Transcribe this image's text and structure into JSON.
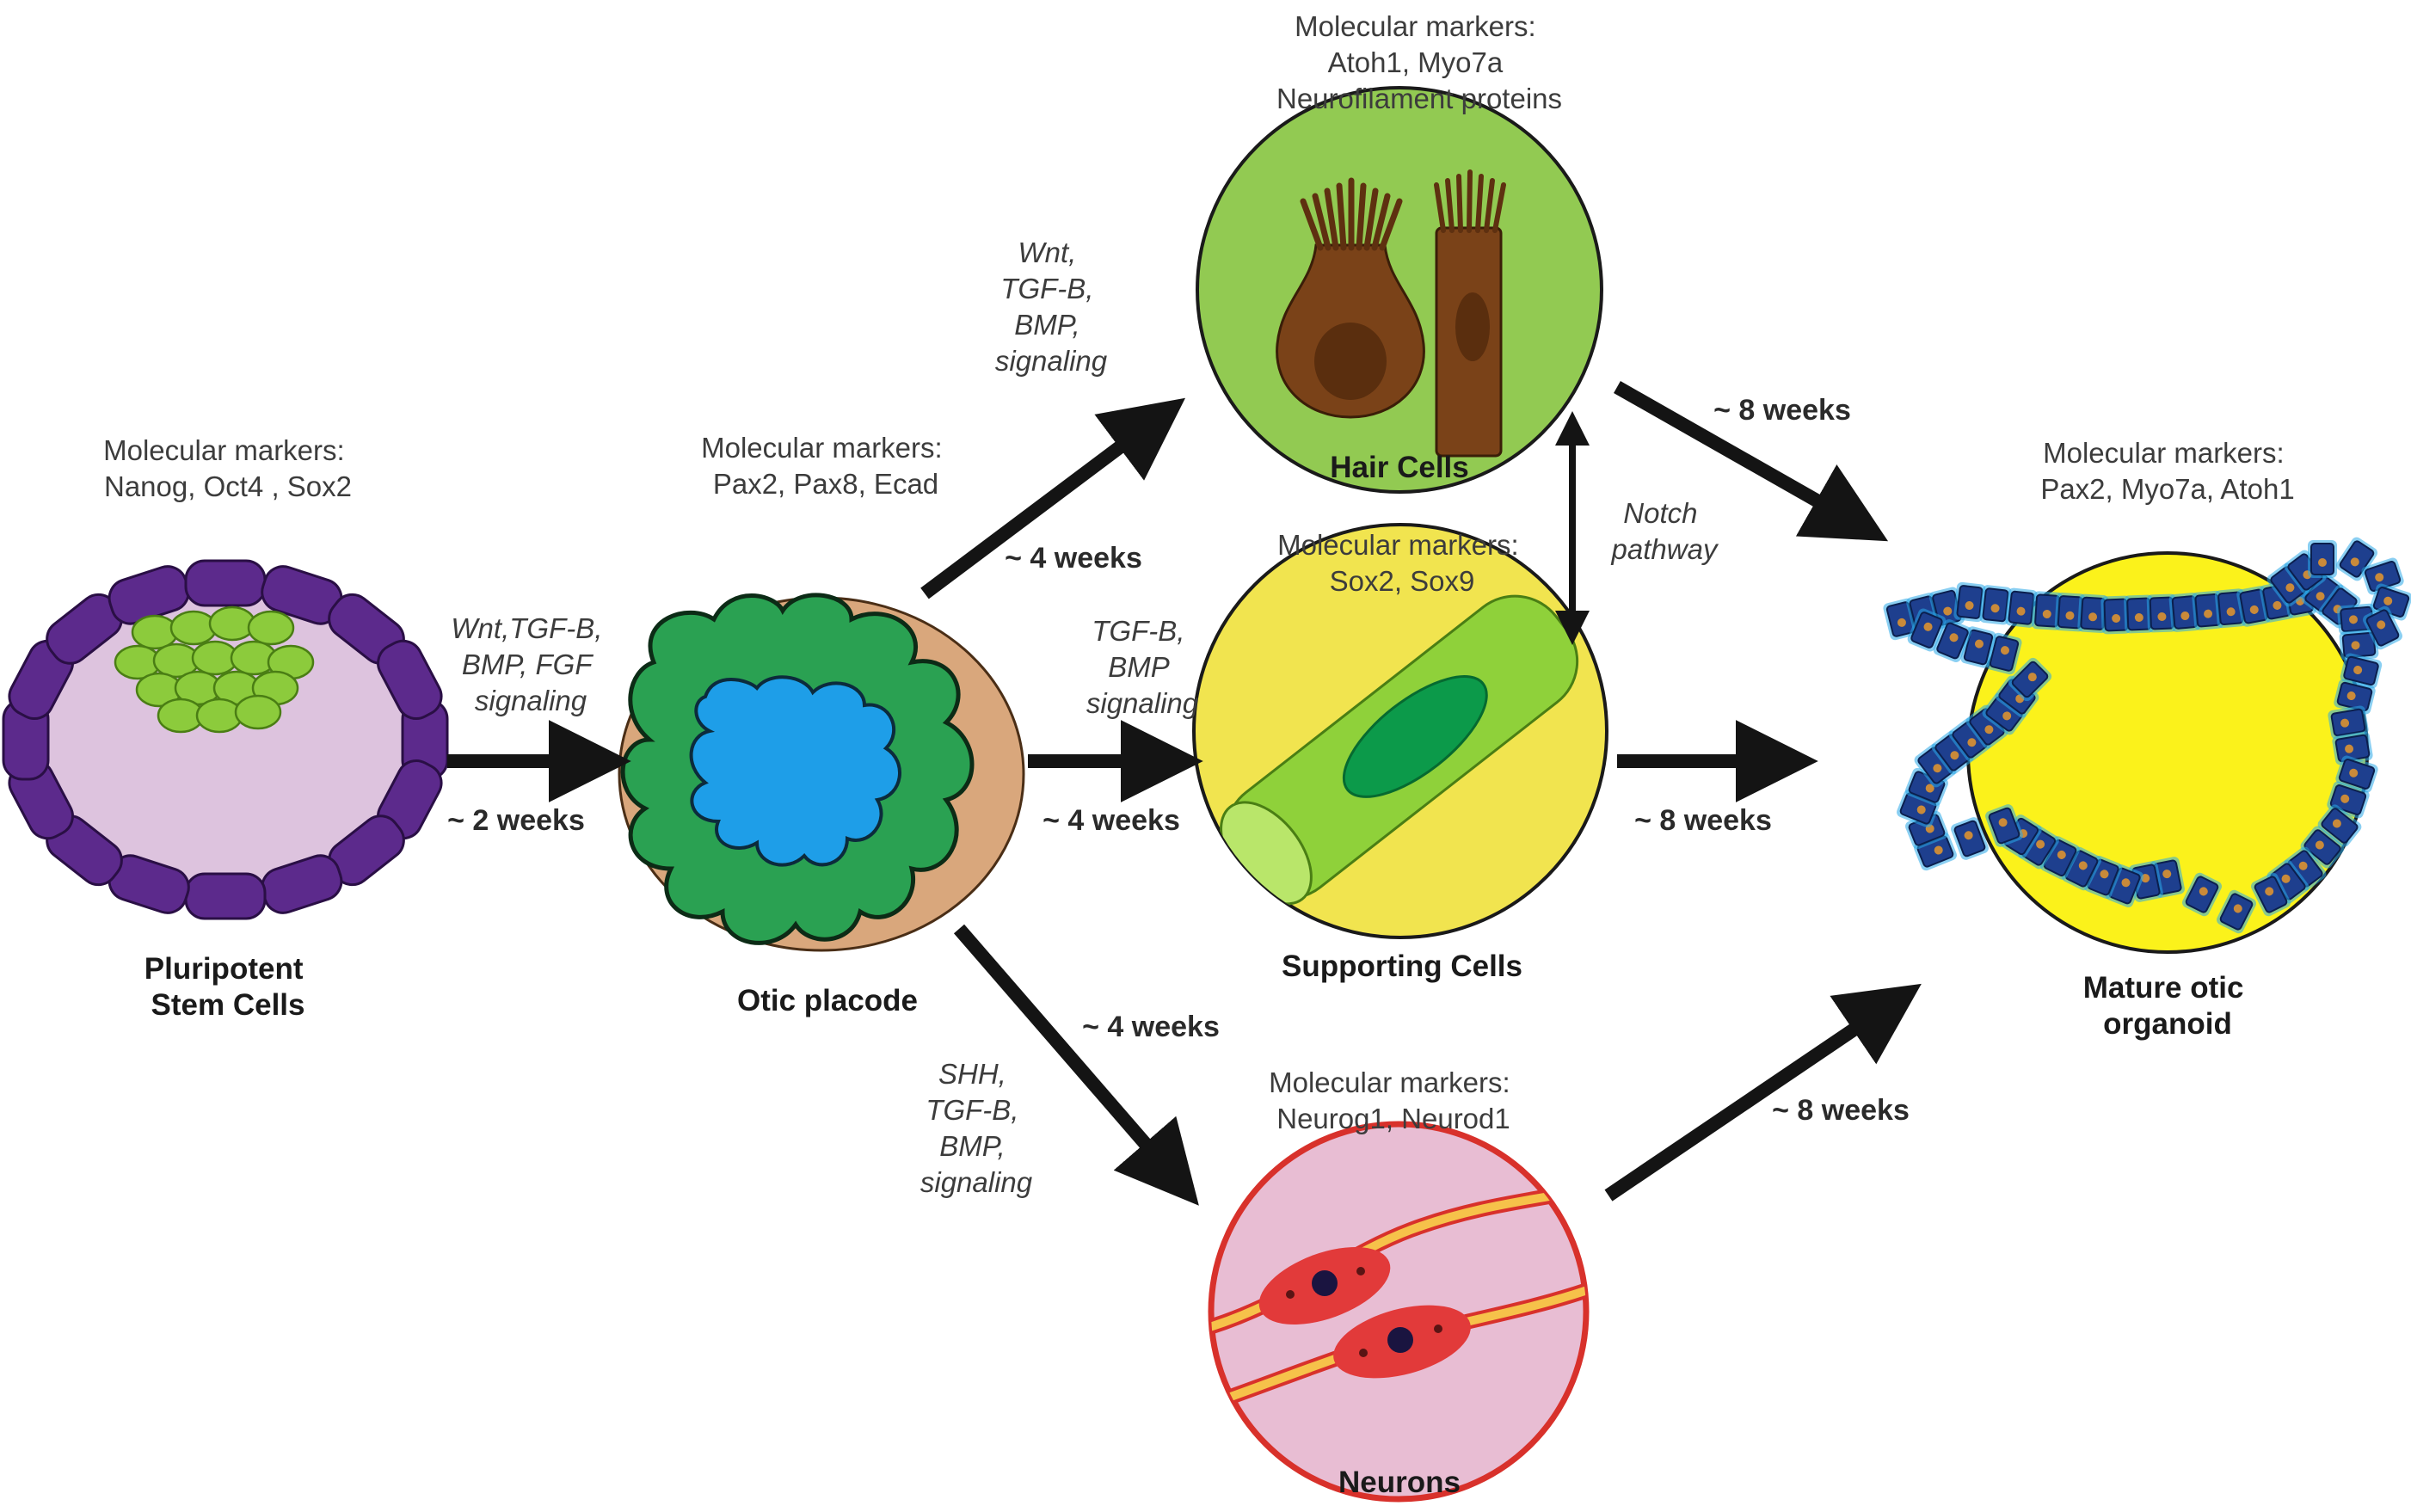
{
  "stages": {
    "pluripotent": {
      "name": [
        "Pluripotent",
        "Stem Cells"
      ],
      "markers": [
        "Molecular markers:",
        "Nanog, Oct4 , Sox2"
      ]
    },
    "otic_placode": {
      "name": [
        "Otic placode"
      ],
      "markers": [
        "Molecular markers:",
        "Pax2, Pax8, Ecad"
      ]
    },
    "hair_cells": {
      "name": [
        "Hair Cells"
      ],
      "markers": [
        "Molecular markers:",
        "Atoh1, Myo7a",
        "Neurofilament proteins"
      ]
    },
    "supporting_cells": {
      "name": [
        "Supporting Cells"
      ],
      "markers": [
        "Molecular markers:",
        "Sox2, Sox9"
      ]
    },
    "neurons": {
      "name": [
        "Neurons"
      ],
      "markers": [
        "Molecular markers:",
        "Neurog1, Neurod1"
      ]
    },
    "mature_organoid": {
      "name": [
        "Mature otic",
        "organoid"
      ],
      "markers": [
        "Molecular markers:",
        "Pax2, Myo7a, Atoh1"
      ]
    }
  },
  "transitions": {
    "psc_to_placode": {
      "signals": [
        "Wnt,TGF-B,",
        "BMP, FGF",
        "signaling"
      ],
      "time": "~ 2 weeks"
    },
    "placode_to_hair": {
      "signals": [
        "Wnt,",
        "TGF-B,",
        "BMP,",
        "signaling"
      ],
      "time": "~ 4 weeks"
    },
    "placode_to_support": {
      "signals": [
        "TGF-B,",
        "BMP",
        "signaling"
      ],
      "time": "~ 4 weeks"
    },
    "placode_to_neurons": {
      "signals": [
        "SHH,",
        "TGF-B,",
        "BMP,",
        "signaling"
      ],
      "time": "~ 4 weeks"
    },
    "hair_to_organoid": {
      "time": "~ 8 weeks"
    },
    "support_to_organoid": {
      "time": "~ 8 weeks"
    },
    "neurons_to_organoid": {
      "time": "~ 8 weeks"
    },
    "notch": {
      "label": [
        "Notch",
        "pathway"
      ]
    }
  },
  "colors": {
    "psc_membrane": "#5c2a8c",
    "psc_inner": "#ddc3de",
    "psc_colony": "#8ccb3c",
    "placode_outer": "#2aa152",
    "placode_inner": "#1e9ee8",
    "placode_base": "#d9a77c",
    "hair_bg": "#92ca52",
    "hair_cell": "#7a4218",
    "support_bg": "#f1e44f",
    "support_cell": "#8fd13a",
    "neuron_bg": "#e8bdd3",
    "neuron_ring": "#d8312b",
    "organoid_core": "#fbf21b",
    "organoid_cell": "#1e3f8e",
    "organoid_glow": "#2aa8e8",
    "arrow": "#141414"
  }
}
